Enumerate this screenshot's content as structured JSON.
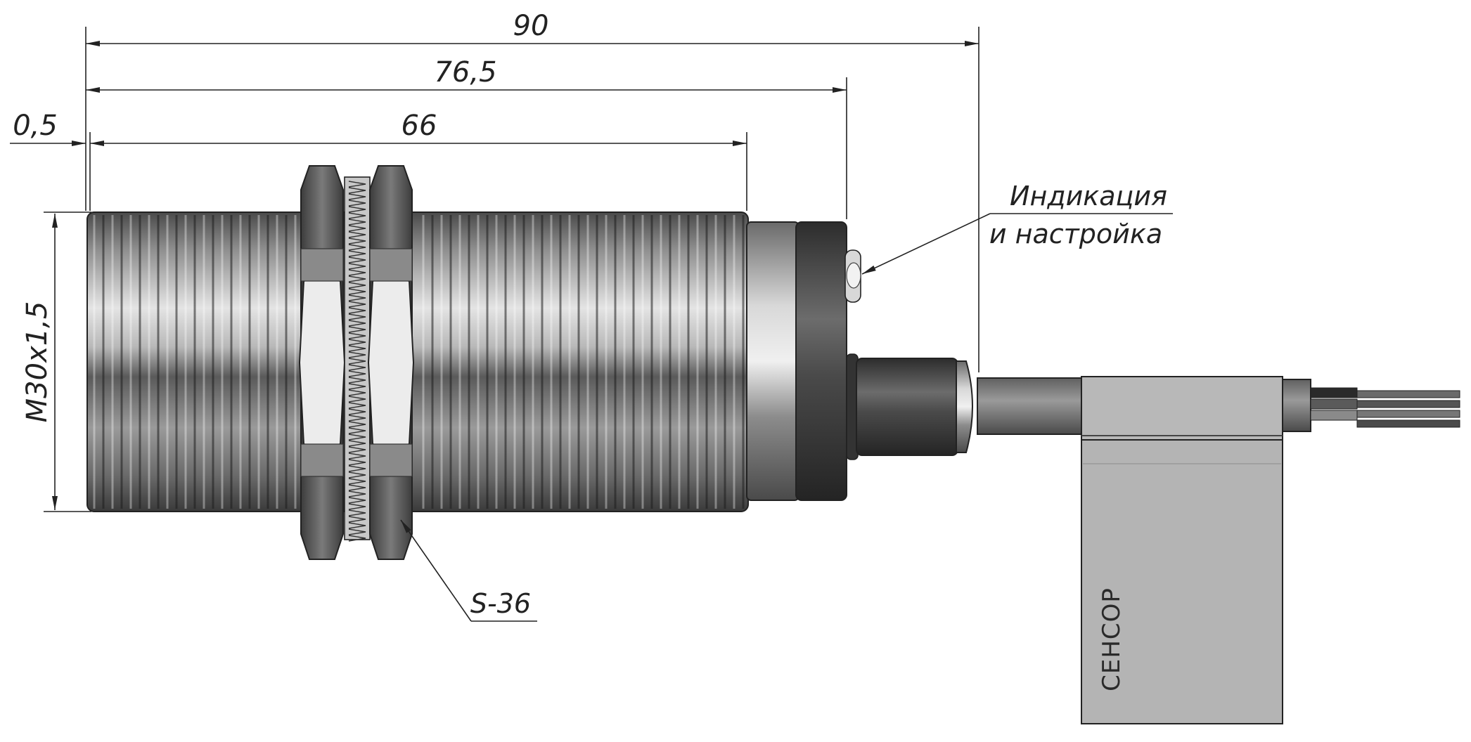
{
  "dimensions": {
    "overall_length": "90",
    "threaded_housing_length": "76,5",
    "thread_length": "66",
    "front_offset": "0,5",
    "thread_spec": "M30x1,5"
  },
  "callouts": {
    "indication_line1": "Индикация",
    "indication_line2": "и настройка",
    "nut_size": "S-36"
  },
  "label_tag": {
    "brand": "СЕНСОР"
  },
  "colors": {
    "metal_dark": "#3a3a3a",
    "metal_mid": "#8a8a8a",
    "metal_light": "#e6e6e6",
    "tag_fill": "#b4b4b4",
    "line": "#222222"
  }
}
